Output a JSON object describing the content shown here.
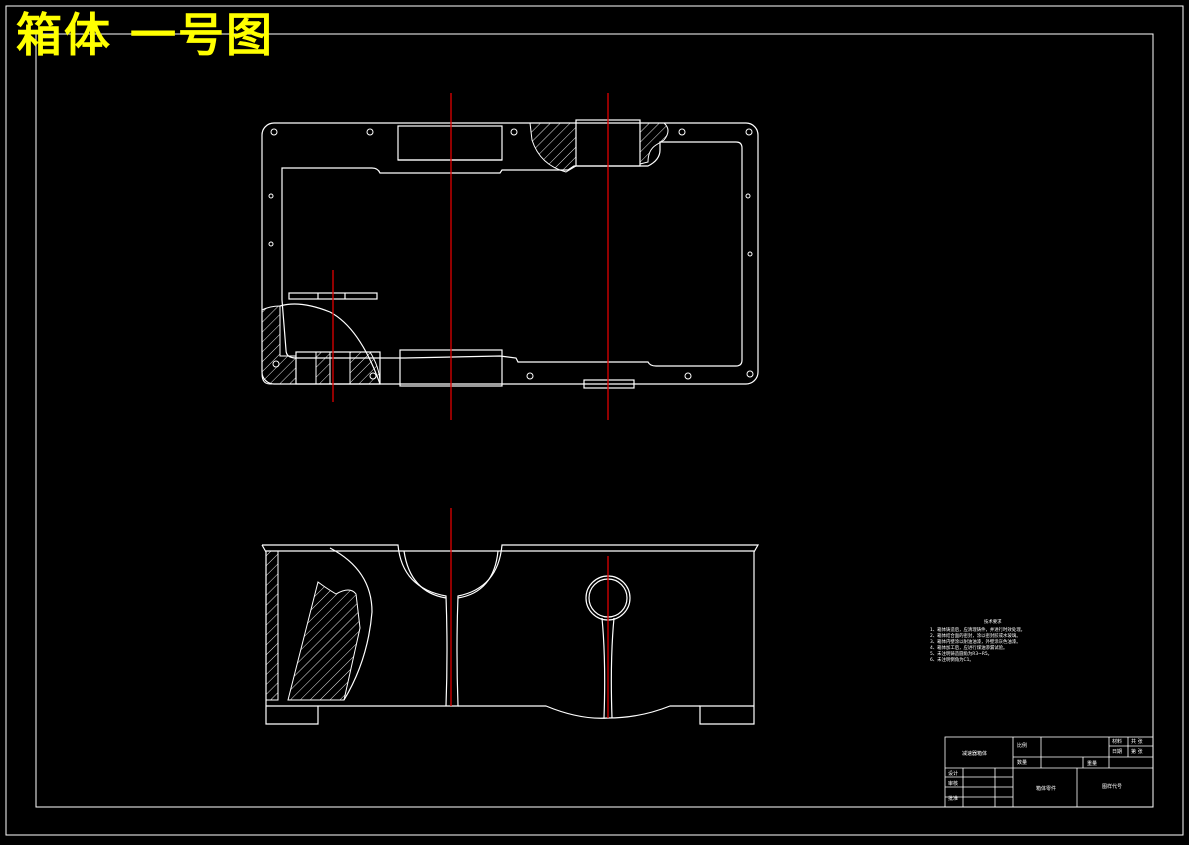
{
  "drawing": {
    "title": "箱体 一号图",
    "title_color": "#ffff00",
    "line_color": "#ffffff",
    "centerline_color": "#e00000",
    "background": "#000000"
  },
  "notes": {
    "heading": "技术要求",
    "lines": [
      "1、箱体铸造后，应清理铸件，并进行时效处理。",
      "2、箱体结合面的密封，涂以密封胶或水玻璃。",
      "3、箱体内壁涂以耐油油漆，外壁涂灰色油漆。",
      "4、箱体加工后，应进行煤油渗漏试验。",
      "5、未注明铸造圆角为R3~R5。",
      "6、未注明倒角为C1。"
    ]
  },
  "title_block": {
    "company_label": "减速器箱体",
    "scale_label": "比例",
    "qty_label": "数量",
    "material_label": "材料",
    "design_label": "设计",
    "check_label": "审核",
    "approve_label": "批准",
    "date_label": "日期",
    "part_name": "箱体零件",
    "drawing_no": "图样代号",
    "weight_label": "重量",
    "sheet_label": "共 张",
    "sheet_no_label": "第 张"
  }
}
